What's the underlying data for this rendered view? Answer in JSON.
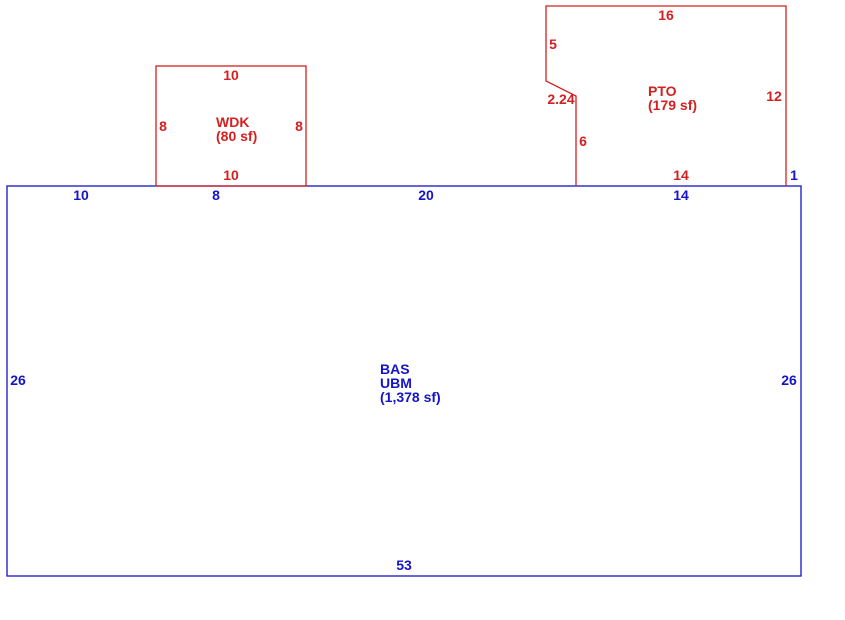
{
  "colors": {
    "red": "#d42020",
    "blue": "#1414c8",
    "background": "#ffffff"
  },
  "areas": {
    "wdk": {
      "code": "WDK",
      "area": "(80 sf)"
    },
    "pto": {
      "code": "PTO",
      "area": "(179 sf)"
    },
    "bas": {
      "code1": "BAS",
      "code2": "UBM",
      "area": "(1,378 sf)"
    }
  },
  "dimensions": {
    "wdk": {
      "top": "10",
      "bottom": "10",
      "left": "8",
      "right": "8"
    },
    "pto": {
      "top": "16",
      "left_upper": "5",
      "diagonal": "2.24",
      "left_lower": "6",
      "right": "12",
      "bottom": "14",
      "corner": "1"
    },
    "bas": {
      "top_1": "10",
      "top_2": "8",
      "top_3": "20",
      "top_4": "14",
      "left": "26",
      "right": "26",
      "bottom": "53"
    }
  }
}
